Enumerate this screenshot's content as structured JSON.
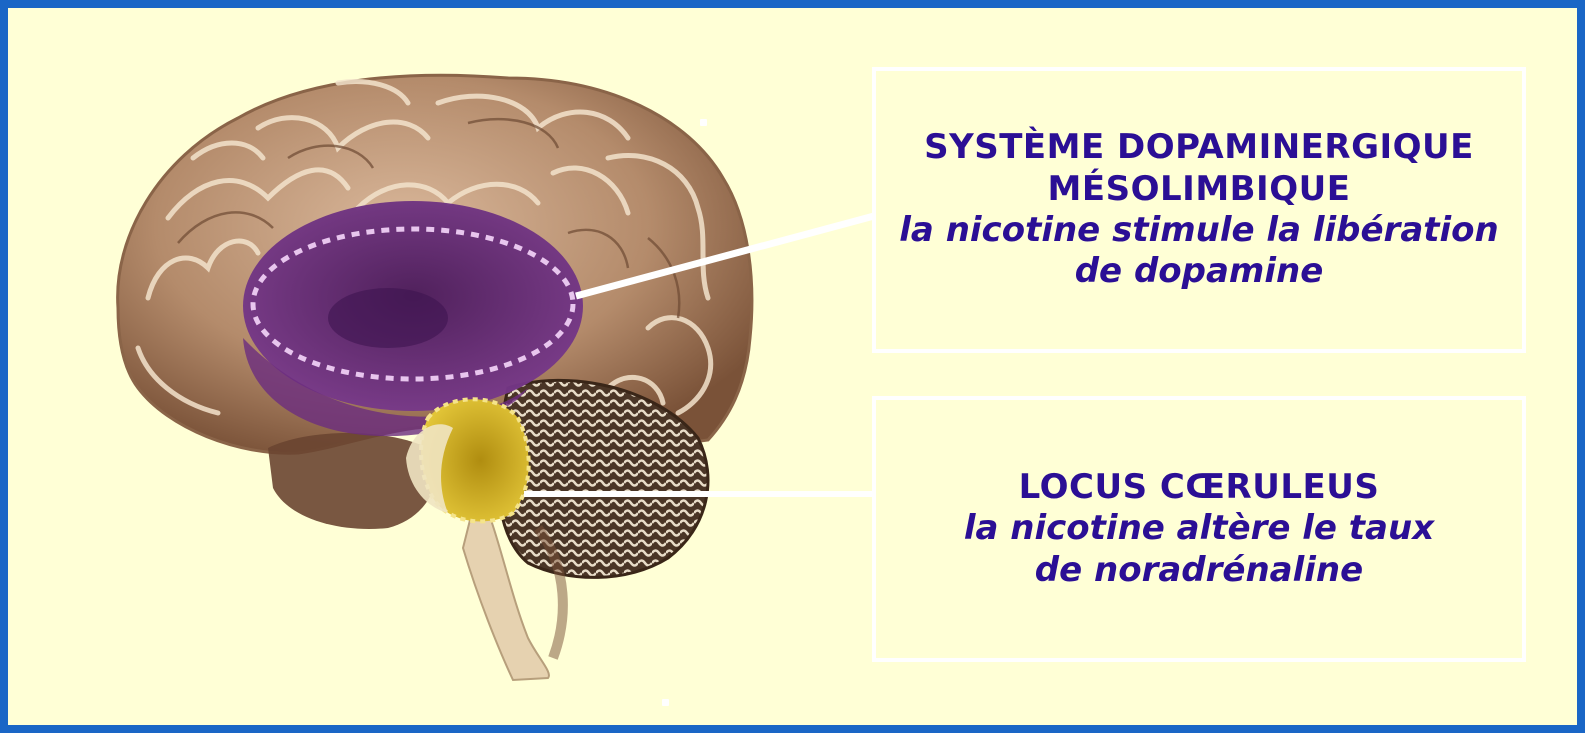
{
  "callouts": [
    {
      "title_line1": "SYSTÈME DOPAMINERGIQUE",
      "title_line2": "MÉSOLIMBIQUE",
      "desc_line1": "la nicotine stimule la libération",
      "desc_line2": "de dopamine",
      "region_color": "#6b2d7f"
    },
    {
      "title_line1": "LOCUS CŒRULEUS",
      "desc_line1": "la nicotine altère le taux",
      "desc_line2": "de noradrénaline",
      "region_color": "#d6b21c"
    }
  ],
  "colors": {
    "frame": "#1a66c6",
    "background": "#ffffd6",
    "text": "#2b0f95",
    "leader_line": "#ffffff"
  }
}
